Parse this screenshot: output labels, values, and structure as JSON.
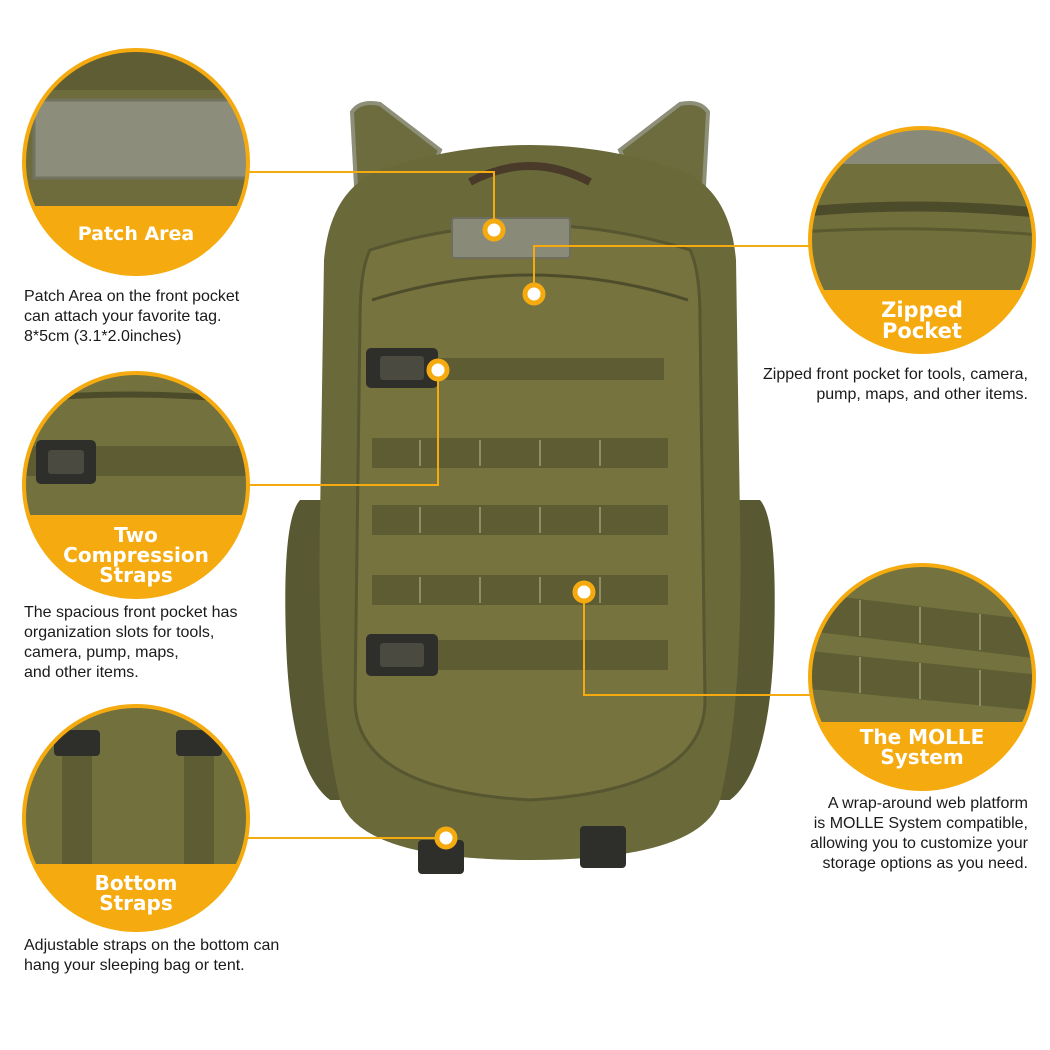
{
  "colors": {
    "accent": "#f5ab0f",
    "bag_dark": "#5c5c33",
    "bag_mid": "#6b6a3a",
    "bag_light": "#7a7846",
    "patch": "#8a8a7a",
    "buckle": "#2e2e2a"
  },
  "icons": [
    "callout-dot-icon"
  ],
  "features": {
    "patch": {
      "label": "Patch Area",
      "desc": [
        "Patch Area on the front pocket",
        "can attach your favorite tag.",
        "8*5cm (3.1*2.0inches)"
      ]
    },
    "zipped": {
      "label_lines": [
        "Zipped",
        "Pocket"
      ],
      "desc": [
        "Zipped front pocket for tools, camera,",
        "pump, maps, and other items."
      ]
    },
    "compression": {
      "label_lines": [
        "Two",
        "Compression",
        "Straps"
      ],
      "desc": [
        "The spacious front pocket has",
        "organization slots for tools,",
        "camera, pump, maps,",
        "and other items."
      ]
    },
    "molle": {
      "label_lines": [
        "The MOLLE",
        "System"
      ],
      "desc": [
        "A wrap-around web platform",
        "is MOLLE System compatible,",
        "allowing you to customize your",
        "storage options as you need."
      ]
    },
    "bottom": {
      "label_lines": [
        "Bottom",
        "Straps"
      ],
      "desc": [
        "Adjustable straps on the bottom can",
        "hang your sleeping bag or tent."
      ]
    }
  }
}
